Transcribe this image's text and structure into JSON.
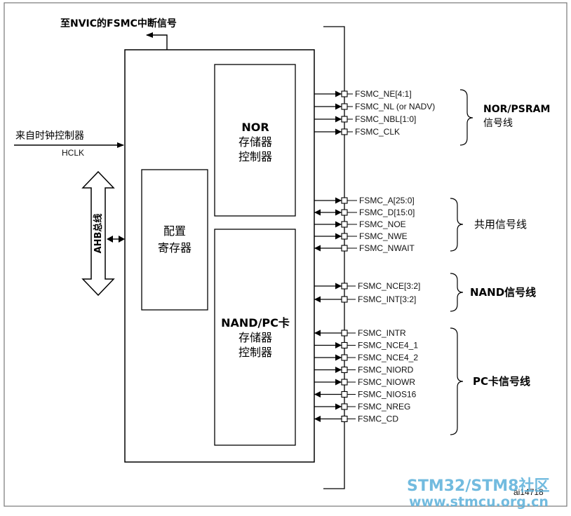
{
  "fsmc_interrupt_label": "至NVIC的FSMC中断信号",
  "clock_label": "来自时钟控制器",
  "hclk_label": "HCLK",
  "ahb_bus_label": "AHB总线",
  "config_register": [
    "配置",
    "寄存器"
  ],
  "nor_controller": [
    "NOR",
    "存储器",
    "控制器"
  ],
  "nand_controller": [
    "NAND/PC卡",
    "存储器",
    "控制器"
  ],
  "groups": {
    "nor": [
      "NOR/PSRAM",
      "信号线"
    ],
    "shared": "共用信号线",
    "nand": "NAND信号线",
    "pc": "PC卡信号线"
  },
  "signals": {
    "nor": [
      {
        "name": "FSMC_NE[4:1]",
        "dir": "out"
      },
      {
        "name": "FSMC_NL (or NADV)",
        "dir": "out"
      },
      {
        "name": "FSMC_NBL[1:0]",
        "dir": "out"
      },
      {
        "name": "FSMC_CLK",
        "dir": "out"
      }
    ],
    "shared": [
      {
        "name": "FSMC_A[25:0]",
        "dir": "out"
      },
      {
        "name": "FSMC_D[15:0]",
        "dir": "bidir"
      },
      {
        "name": "FSMC_NOE",
        "dir": "out"
      },
      {
        "name": "FSMC_NWE",
        "dir": "out"
      },
      {
        "name": "FSMC_NWAIT",
        "dir": "in"
      }
    ],
    "nand": [
      {
        "name": "FSMC_NCE[3:2]",
        "dir": "out"
      },
      {
        "name": "FSMC_INT[3:2]",
        "dir": "in"
      }
    ],
    "pc": [
      {
        "name": "FSMC_INTR",
        "dir": "in"
      },
      {
        "name": "FSMC_NCE4_1",
        "dir": "out"
      },
      {
        "name": "FSMC_NCE4_2",
        "dir": "out"
      },
      {
        "name": "FSMC_NIORD",
        "dir": "out"
      },
      {
        "name": "FSMC_NIOWR",
        "dir": "out"
      },
      {
        "name": "FSMC_NIOS16",
        "dir": "in"
      },
      {
        "name": "FSMC_NREG",
        "dir": "out"
      },
      {
        "name": "FSMC_CD",
        "dir": "in"
      }
    ]
  },
  "figure_id": "ai14718",
  "watermark": [
    "STM32/STM8社区",
    "www.stmcu.org.cn"
  ]
}
